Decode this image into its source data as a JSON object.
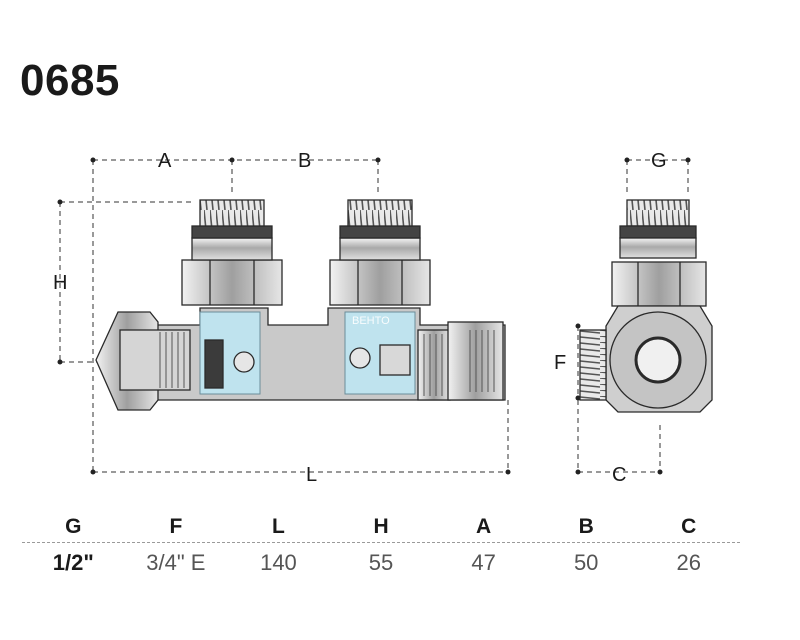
{
  "product_code": "0685",
  "dimension_labels": {
    "A": "A",
    "B": "B",
    "G": "G",
    "H": "H",
    "F": "F",
    "L": "L",
    "C": "C"
  },
  "watermark": "BEHTO",
  "table": {
    "headers": [
      "G",
      "F",
      "L",
      "H",
      "A",
      "B",
      "C"
    ],
    "values": [
      "1/2\"",
      "3/4\" E",
      "140",
      "55",
      "47",
      "50",
      "26"
    ]
  },
  "colors": {
    "body": "#c9c9c9",
    "highlight_blue": "#bfe3ee",
    "outline": "#2a2a2a",
    "text": "#1a1a1a"
  }
}
